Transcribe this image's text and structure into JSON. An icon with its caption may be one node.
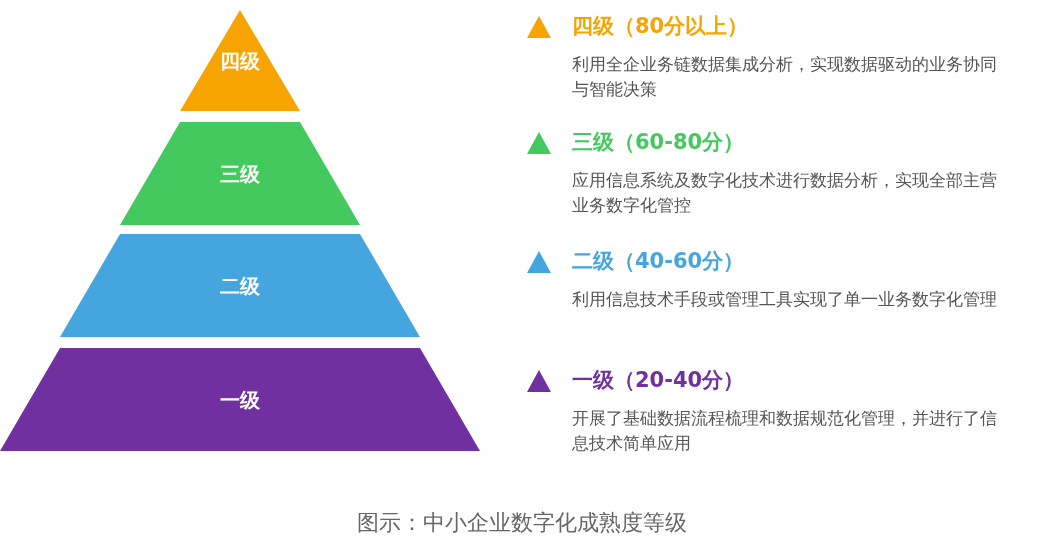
{
  "diagram": {
    "caption": "图示：中小企业数字化成熟度等级",
    "nodes": [
      {
        "text": [
          "四级"
        ]
      },
      {
        "text": [
          "三级"
        ]
      },
      {
        "text": [
          "二级"
        ]
      },
      {
        "text": [
          "一级"
        ]
      }
    ],
    "labels": [
      "四级（80分以上）",
      "利用全企业务链数据集成分析，实现数据驱动的业务协同与智能决策",
      "三级（60-80分）",
      "应用信息系统及数字化技术进行数据分析，实现全部主营业务数字化管控",
      "二级（40-60分）",
      "利用信息技术手段或管理工具实现了单一业务数字化管理",
      "一级（20-40分）",
      "开展了基础数据流程梳理和数据规范化管理，并进行了信息技术简单应用"
    ]
  }
}
